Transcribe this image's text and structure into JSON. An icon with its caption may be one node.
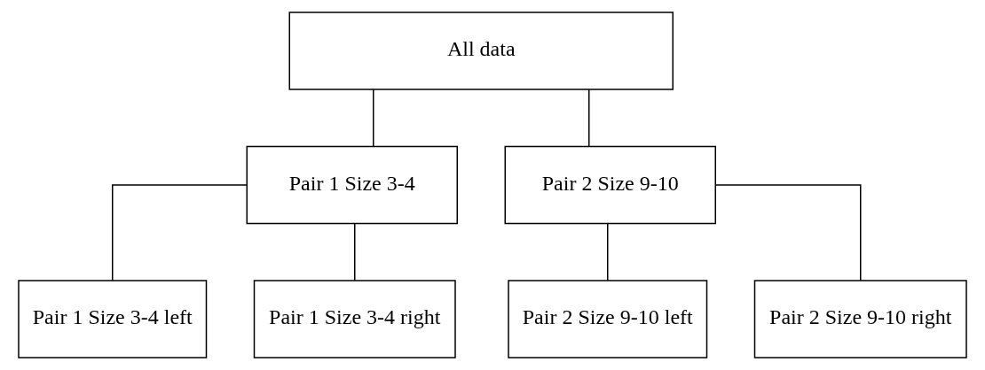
{
  "diagram": {
    "nodes": [
      {
        "text": [
          "All data"
        ]
      },
      {
        "text": [
          "Pair 1 Size 3-4"
        ]
      },
      {
        "text": [
          "Pair 2 Size 9-10"
        ]
      },
      {
        "text": [
          "Pair 1 Size 3-4 left"
        ]
      },
      {
        "text": [
          "Pair 1 Size 3-4 right"
        ]
      },
      {
        "text": [
          "Pair 2 Size 9-10 left"
        ]
      },
      {
        "text": [
          "Pair 2 Size 9-10 right"
        ]
      }
    ],
    "edges": [
      {
        "from": 0,
        "to": 1,
        "arrow": "none"
      },
      {
        "from": 0,
        "to": 2,
        "arrow": "none"
      },
      {
        "from": 1,
        "to": 3,
        "arrow": "none"
      },
      {
        "from": 1,
        "to": 4,
        "arrow": "none"
      },
      {
        "from": 2,
        "to": 5,
        "arrow": "none"
      },
      {
        "from": 2,
        "to": 6,
        "arrow": "none"
      }
    ]
  }
}
